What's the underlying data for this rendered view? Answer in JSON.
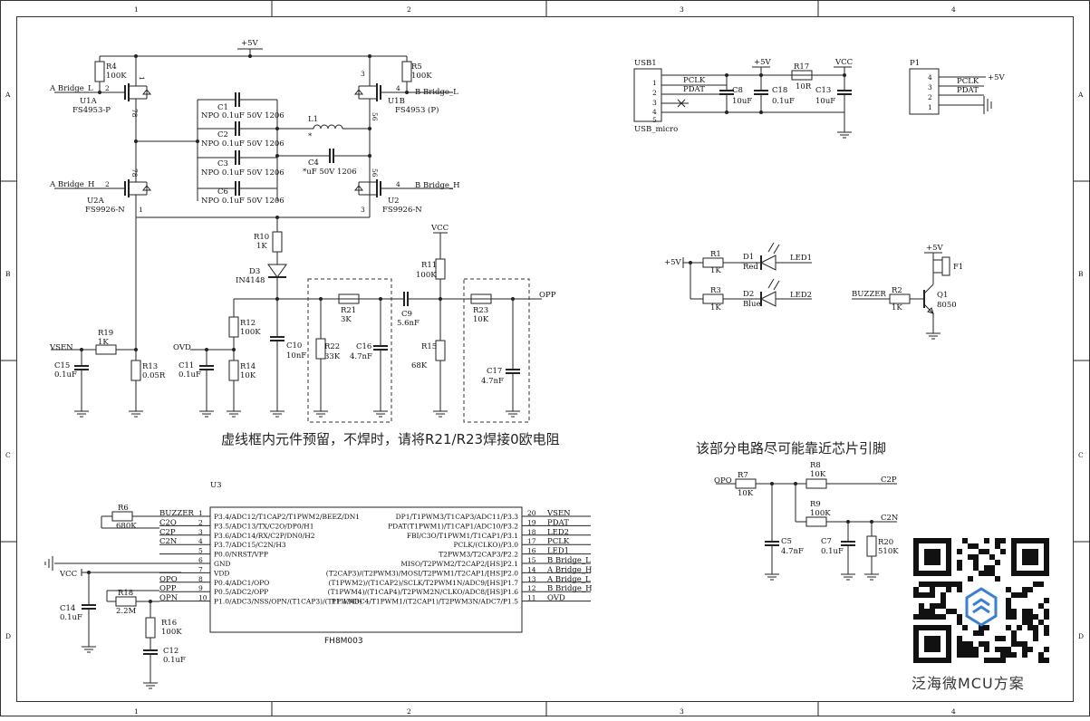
{
  "border": {
    "cols": [
      "1",
      "2",
      "3",
      "4"
    ],
    "rows": [
      "A",
      "B",
      "C",
      "D"
    ]
  },
  "power": {
    "p5v_top": "+5V",
    "p5v_usb": "+5V",
    "vcc_usb": "VCC",
    "vcc_r11": "VCC",
    "p5v_led": "+5V",
    "p5v_buzzer": "+5V",
    "p1_5v": "+5V",
    "vcc_mcu": "VCC"
  },
  "bridge": {
    "R4": {
      "ref": "R4",
      "val": "100K"
    },
    "R5": {
      "ref": "R5",
      "val": "100K"
    },
    "U1A": {
      "ref": "U1A",
      "part": "FS4953-P",
      "net": "A Bridge_L",
      "p2": "2",
      "p1": "1",
      "p78": "78"
    },
    "U1B": {
      "ref": "U1B",
      "part": "FS4953 (P)",
      "net": "B Bridge_L",
      "p3": "3",
      "p4": "4",
      "p56": "56"
    },
    "U2A": {
      "ref": "U2A",
      "part": "FS9926-N",
      "net": "A Bridge_H",
      "p2": "2",
      "p78": "78",
      "p1": "1"
    },
    "U2": {
      "ref": "U2",
      "part": "FS9926-N",
      "net": "B Bridge_H",
      "p4": "4",
      "p56": "56",
      "p3": "3"
    },
    "C1": {
      "ref": "C1",
      "val": "NPO 0.1uF 50V 1206"
    },
    "C2": {
      "ref": "C2",
      "val": "NPO 0.1uF 50V 1206"
    },
    "C3": {
      "ref": "C3",
      "val": "NPO 0.1uF 50V 1206"
    },
    "C6": {
      "ref": "C6",
      "val": "NPO 0.1uF 50V 1206"
    },
    "L1": {
      "ref": "L1",
      "val": "*"
    },
    "C4": {
      "ref": "C4",
      "val": "*uF 50V 1206"
    }
  },
  "analog": {
    "R10": {
      "ref": "R10",
      "val": "1K"
    },
    "D3": {
      "ref": "D3",
      "val": "IN4148"
    },
    "R12": {
      "ref": "R12",
      "val": "100K"
    },
    "R14": {
      "ref": "R14",
      "val": "10K"
    },
    "C10": {
      "ref": "C10",
      "val": "10nF"
    },
    "R21": {
      "ref": "R21",
      "val": "3K"
    },
    "R22": {
      "ref": "R22",
      "val": "33K"
    },
    "C16": {
      "ref": "C16",
      "val": "4.7nF"
    },
    "C9": {
      "ref": "C9",
      "val": "5.6nF"
    },
    "R11": {
      "ref": "R11",
      "val": "100K"
    },
    "R15": {
      "ref": "R15",
      "val": "68K"
    },
    "R23": {
      "ref": "R23",
      "val": "10K"
    },
    "C17": {
      "ref": "C17",
      "val": "4.7nF"
    },
    "OPP": "OPP",
    "VSEN": "VSEN",
    "R19": {
      "ref": "R19",
      "val": "1K"
    },
    "C15": {
      "ref": "C15",
      "val": "0.1uF"
    },
    "R13": {
      "ref": "R13",
      "val": "0.05R"
    },
    "OVD": "OVD",
    "C11": {
      "ref": "C11",
      "val": "0.1uF"
    },
    "note": "虚线框内元件预留，不焊时，请将R21/R23焊接0欧电阻"
  },
  "usb": {
    "ref": "USB1",
    "name": "USB_micro",
    "pins": [
      "1",
      "2",
      "3",
      "4",
      "5"
    ],
    "PCLK": "PCLK",
    "PDAT": "PDAT",
    "C8": {
      "ref": "C8",
      "val": "10uF"
    },
    "C18": {
      "ref": "C18",
      "val": "0.1uF"
    },
    "R17": {
      "ref": "R17",
      "val": "10R"
    },
    "C13": {
      "ref": "C13",
      "val": "10uF"
    }
  },
  "p1": {
    "ref": "P1",
    "pins": [
      "4",
      "3",
      "2",
      "1"
    ],
    "PCLK": "PCLK",
    "PDAT": "PDAT"
  },
  "leds": {
    "R1": {
      "ref": "R1",
      "val": "1K"
    },
    "D1": {
      "ref": "D1",
      "val": "Red",
      "net": "LED1"
    },
    "R3": {
      "ref": "R3",
      "val": "1K"
    },
    "D2": {
      "ref": "D2",
      "val": "Blue",
      "net": "LED2"
    }
  },
  "buzzer": {
    "F1": "F1",
    "Q1": {
      "ref": "Q1",
      "val": "8050"
    },
    "R2": {
      "ref": "R2",
      "val": "1K"
    },
    "net": "BUZZER"
  },
  "comp": {
    "note": "该部分电路尽可能靠近芯片引脚",
    "OPO": "OPO",
    "R7": {
      "ref": "R7",
      "val": "10K"
    },
    "R8": {
      "ref": "R8",
      "val": "10K"
    },
    "C2P": "C2P",
    "R9": {
      "ref": "R9",
      "val": "100K"
    },
    "C2N": "C2N",
    "C5": {
      "ref": "C5",
      "val": "4.7nF"
    },
    "C7": {
      "ref": "C7",
      "val": "0.1uF"
    },
    "R20": {
      "ref": "R20",
      "val": "510K"
    }
  },
  "mcu": {
    "ref": "U3",
    "part": "FH8M003",
    "left_pins": [
      {
        "num": "1",
        "name": "P3.4/ADC12/T1CAP2/T1PWM2/BEEZ/DN1",
        "net": "BUZZER"
      },
      {
        "num": "2",
        "name": "P3.5/ADC13/TX/C2O/DP0/H1",
        "net": "C2O"
      },
      {
        "num": "3",
        "name": "P3.6/ADC14/RX/C2P/DN0/H2",
        "net": "C2P"
      },
      {
        "num": "4",
        "name": "P3.7/ADC15/C2N/H3",
        "net": "C2N"
      },
      {
        "num": "5",
        "name": "P0.0/NRST/VPP",
        "net": ""
      },
      {
        "num": "6",
        "name": "GND",
        "net": ""
      },
      {
        "num": "7",
        "name": "VDD",
        "net": "VCC"
      },
      {
        "num": "8",
        "name": "P0.4/ADC1/OPO",
        "net": "OPO"
      },
      {
        "num": "9",
        "name": "P0.5/ADC2/OPP",
        "net": "OPP"
      },
      {
        "num": "10",
        "name": "P1.0/ADC3/NSS/OPN/(T1CAP3)/(T1PWM3)",
        "net": "OPN"
      }
    ],
    "right_pins": [
      {
        "num": "20",
        "name": "DP1/T1PWM3/T1CAP3/ADC11/P3.3",
        "net": "VSEN"
      },
      {
        "num": "19",
        "name": "PDAT(T1PWM1)/T1CAP1/ADC10/P3.2",
        "net": "PDAT"
      },
      {
        "num": "18",
        "name": "FBI/C3O/T1PWM1/T1CAP1/P3.1",
        "net": "LED2"
      },
      {
        "num": "17",
        "name": "PCLK/(CLKO)/P3.0",
        "net": "PCLK"
      },
      {
        "num": "16",
        "name": "T2PWM3/T2CAP3/P2.2",
        "net": "LED1"
      },
      {
        "num": "15",
        "name": "MISO/T2PWM2/T2CAP2/[HS]P2.1",
        "net": "B Bridge_L"
      },
      {
        "num": "14",
        "name": "(T2CAP3)/(T2PWM3)/MOSI/T2PWM1/T2CAP1/[HS]P2.0",
        "net": "A Bridge_H"
      },
      {
        "num": "13",
        "name": "(T1PWM2)/(T1CAP2)/SCLK/T2PWM1N/ADC9/[HS]P1.7",
        "net": "A Bridge_L"
      },
      {
        "num": "12",
        "name": "(T1PWM4)/(T1CAP4)/T2PWM2N/CLKO/ADC8/[HS]P1.6",
        "net": "B Bridge_H"
      },
      {
        "num": "11",
        "name": "P1.1/ADC4/T1PWM1/(T2CAP1)/T2PWM3N/ADC7/P1.5",
        "net": "OVD"
      }
    ],
    "R6": {
      "ref": "R6",
      "val": "680K"
    },
    "C14": {
      "ref": "C14",
      "val": "0.1uF"
    },
    "R18": {
      "ref": "R18",
      "val": "2.2M"
    },
    "R16": {
      "ref": "R16",
      "val": "100K"
    },
    "C12": {
      "ref": "C12",
      "val": "0.1uF"
    }
  },
  "brand": "泛海微MCU方案",
  "logo_color": "#3a7fd0"
}
